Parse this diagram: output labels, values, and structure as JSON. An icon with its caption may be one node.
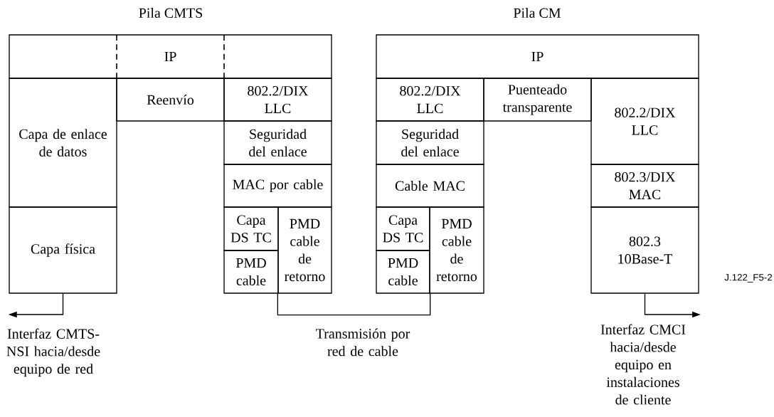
{
  "diagram": {
    "nodes": [
      {
        "text": [
          "IP"
        ]
      },
      {
        "text": [
          "Capa de enlace de datos"
        ]
      },
      {
        "text": [
          "Reenvío"
        ]
      },
      {
        "text": [
          "802.2/DIX LLC"
        ]
      },
      {
        "text": [
          "Seguridad del enlace"
        ]
      },
      {
        "text": [
          "MAC por cable"
        ]
      },
      {
        "text": [
          "Capa física"
        ]
      },
      {
        "text": [
          "Capa DS TC"
        ]
      },
      {
        "text": [
          "PMD cable de retorno"
        ]
      },
      {
        "text": [
          "PMD cable"
        ]
      },
      {
        "text": [
          "IP"
        ]
      },
      {
        "text": [
          "802.2/DIX LLC"
        ]
      },
      {
        "text": [
          "Puenteado transparente"
        ]
      },
      {
        "text": [
          "802.2/DIX LLC"
        ]
      },
      {
        "text": [
          "Seguridad del enlace"
        ]
      },
      {
        "text": [
          "Cable MAC"
        ]
      },
      {
        "text": [
          "802.3/DIX MAC"
        ]
      },
      {
        "text": [
          "Capa DS TC"
        ]
      },
      {
        "text": [
          "PMD cable de retorno"
        ]
      },
      {
        "text": [
          "802.3 10Base-T"
        ]
      },
      {
        "text": [
          "PMD cable"
        ]
      },
      {
        "text": [
          "Interfaz CMTS-NSI hacia/desde equipo de red"
        ]
      },
      {
        "text": [
          "Interfaz CMCI hacia/desde equipo en instalaciones de cliente"
        ]
      }
    ],
    "edges": [
      {
        "from": 6,
        "to": 21,
        "arrow": "to"
      },
      {
        "from": 8,
        "to": 20,
        "arrow": "none"
      },
      {
        "from": 19,
        "to": 22,
        "arrow": "to"
      }
    ],
    "labels": [
      "Pila CMTS",
      "Pila CM",
      "J.122_F5-2",
      "Transmisión por red de cable"
    ]
  }
}
